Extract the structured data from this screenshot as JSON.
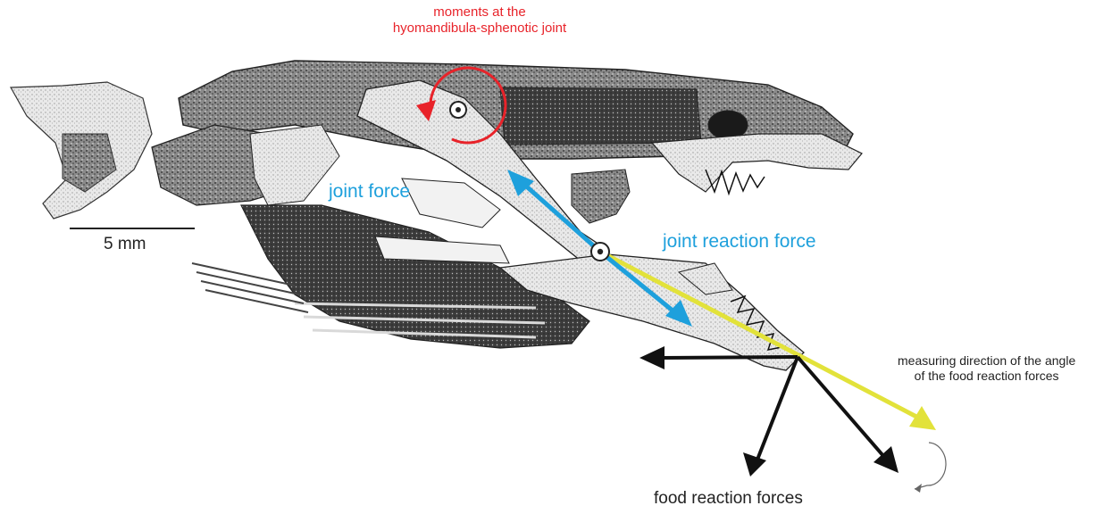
{
  "labels": {
    "moments_line1": "moments at the",
    "moments_line2": "hyomandibula-sphenotic joint",
    "joint_force": "joint force",
    "joint_reaction_force": "joint reaction force",
    "scale_bar": "5 mm",
    "measuring_line1": "measuring direction of the angle",
    "measuring_line2": "of the food reaction forces",
    "food_reaction_forces": "food reaction forces"
  },
  "colors": {
    "moment": "#e8232a",
    "joint_force": "#1ea0dc",
    "measuring_direction": "#e2e23a",
    "food_force": "#111111",
    "bone": "#555555"
  }
}
